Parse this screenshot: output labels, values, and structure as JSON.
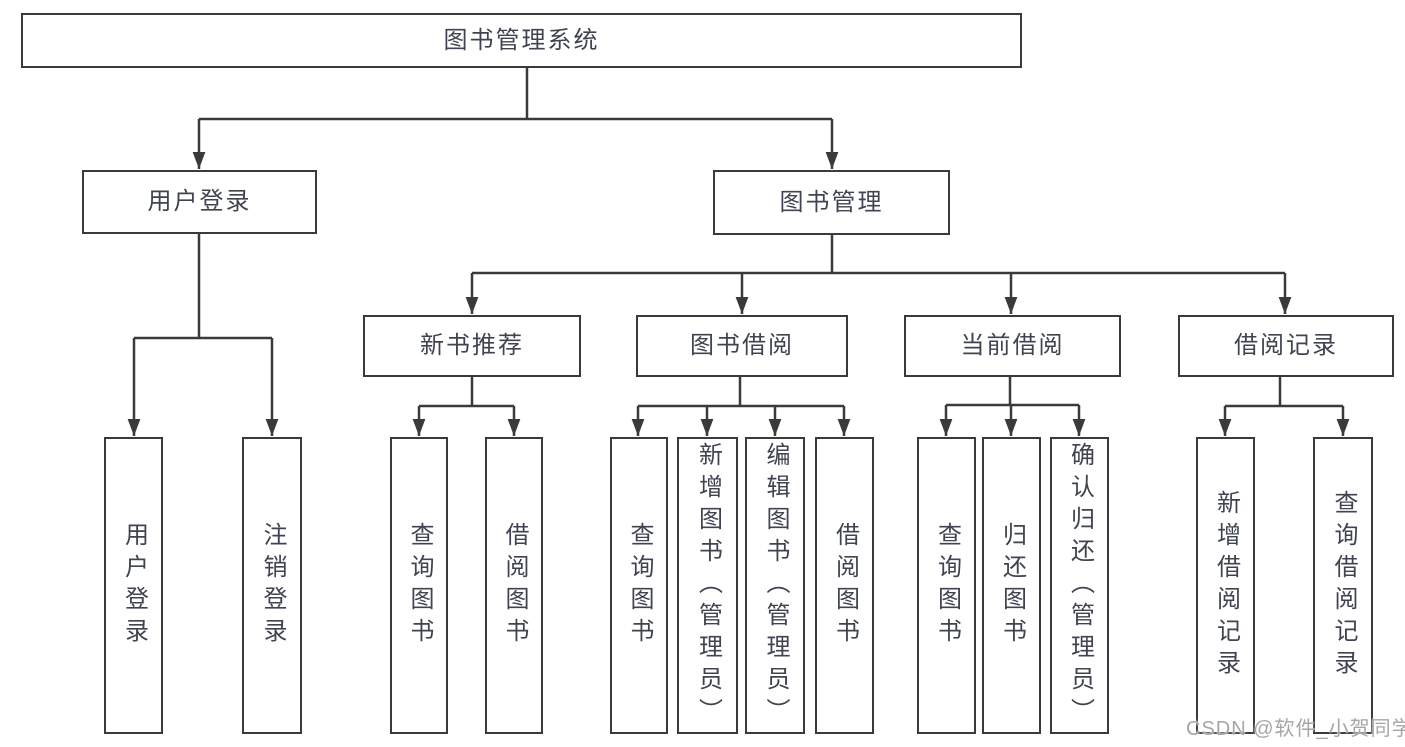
{
  "colors": {
    "box_border": "#3a3a3a",
    "connector": "#3a3a3a",
    "label_text": "#3f4450",
    "watermark_text": "#a6a6a6",
    "page_bg": "#ffffff"
  },
  "watermark": {
    "text": "CSDN @软件_小贺同学"
  },
  "tree": {
    "label": "图书管理系统",
    "children": [
      {
        "label": "用户登录",
        "children": [
          {
            "label": "用户登录"
          },
          {
            "label": "注销登录"
          }
        ]
      },
      {
        "label": "图书管理",
        "children": [
          {
            "label": "新书推荐",
            "children": [
              {
                "label": "查询图书"
              },
              {
                "label": "借阅图书"
              }
            ]
          },
          {
            "label": "图书借阅",
            "children": [
              {
                "label": "查询图书"
              },
              {
                "label": "新增图书（管理员）"
              },
              {
                "label": "编辑图书（管理员）"
              },
              {
                "label": "借阅图书"
              }
            ]
          },
          {
            "label": "当前借阅",
            "children": [
              {
                "label": "查询图书"
              },
              {
                "label": "归还图书"
              },
              {
                "label": "确认归还（管理员）"
              }
            ]
          },
          {
            "label": "借阅记录",
            "children": [
              {
                "label": "新增借阅记录"
              },
              {
                "label": "查询借阅记录"
              }
            ]
          }
        ]
      }
    ]
  }
}
